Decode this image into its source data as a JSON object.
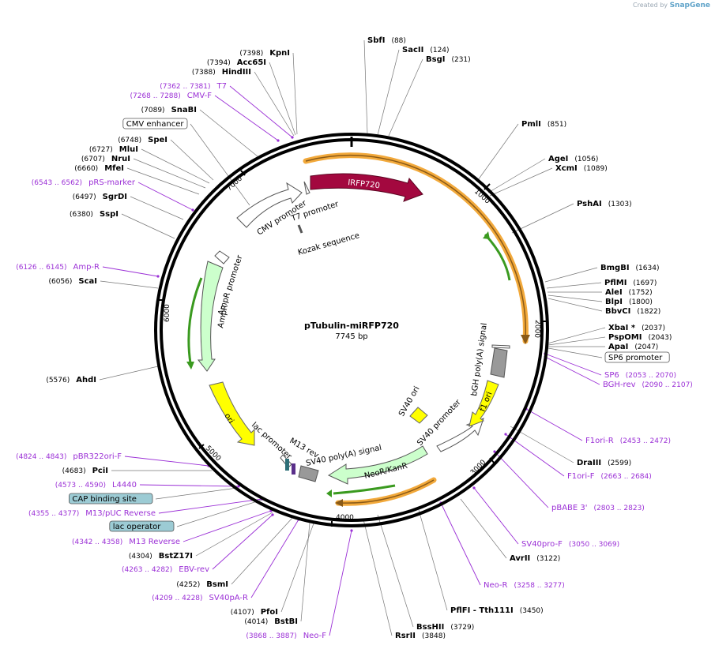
{
  "credit": {
    "prefix": "Created by",
    "brand": "SnapGene"
  },
  "plasmid": {
    "name": "pTubulin-miRFP720",
    "size": "7745 bp"
  },
  "ticks": [
    {
      "label": "1000"
    },
    {
      "label": "2000"
    },
    {
      "label": "3000"
    },
    {
      "label": "4000"
    },
    {
      "label": "5000"
    },
    {
      "label": "6000"
    },
    {
      "label": "7000"
    }
  ],
  "features": [
    {
      "name": "IRFP720",
      "color": "#a3083f"
    },
    {
      "name": "CMV promoter",
      "color": "#ffffff"
    },
    {
      "name": "T7 promoter",
      "color": "#ffffff"
    },
    {
      "name": "Kozak sequence",
      "color": "#ffffff"
    },
    {
      "name": "AmpR promoter",
      "color": "#ffffff"
    },
    {
      "name": "AmpR",
      "color": "#ccffcc"
    },
    {
      "name": "ori",
      "color": "#ffff00"
    },
    {
      "name": "lac promoter",
      "color": "#ffffff"
    },
    {
      "name": "M13 rev",
      "color": "#ffffff"
    },
    {
      "name": "SV40 poly(A) signal",
      "color": "#999999"
    },
    {
      "name": "NeoR/KanR",
      "color": "#ccffcc"
    },
    {
      "name": "SV40 promoter",
      "color": "#ffffff"
    },
    {
      "name": "SV40 ori",
      "color": "#ffff00"
    },
    {
      "name": "f1 ori",
      "color": "#ffff00"
    },
    {
      "name": "bGH poly(A) signal",
      "color": "#999999"
    }
  ],
  "labels": [
    {
      "kind": "enzyme",
      "name": "SbfI",
      "pos": "(88)"
    },
    {
      "kind": "enzyme",
      "name": "SacII",
      "pos": "(124)"
    },
    {
      "kind": "enzyme",
      "name": "BsgI",
      "pos": "(231)"
    },
    {
      "kind": "enzyme",
      "name": "PmlI",
      "pos": "(851)"
    },
    {
      "kind": "enzyme",
      "name": "AgeI",
      "pos": "(1056)"
    },
    {
      "kind": "enzyme",
      "name": "XcmI",
      "pos": "(1089)"
    },
    {
      "kind": "enzyme",
      "name": "PshAI",
      "pos": "(1303)"
    },
    {
      "kind": "enzyme",
      "name": "BmgBI",
      "pos": "(1634)"
    },
    {
      "kind": "enzyme",
      "name": "PflMI",
      "pos": "(1697)"
    },
    {
      "kind": "enzyme",
      "name": "AleI",
      "pos": "(1752)"
    },
    {
      "kind": "enzyme",
      "name": "BlpI",
      "pos": "(1800)"
    },
    {
      "kind": "enzyme",
      "name": "BbvCI",
      "pos": "(1822)"
    },
    {
      "kind": "enzyme",
      "name": "XbaI *",
      "pos": "(2037)"
    },
    {
      "kind": "enzyme",
      "name": "PspOMI",
      "pos": "(2043)"
    },
    {
      "kind": "enzyme",
      "name": "ApaI",
      "pos": "(2047)"
    },
    {
      "kind": "box",
      "name": "SP6 promoter",
      "fill": "#ffffff"
    },
    {
      "kind": "primer",
      "name": "SP6",
      "pos": "(2053 .. 2070)"
    },
    {
      "kind": "primer",
      "name": "BGH-rev",
      "pos": "(2090 .. 2107)"
    },
    {
      "kind": "primer",
      "name": "F1ori-R",
      "pos": "(2453 .. 2472)"
    },
    {
      "kind": "enzyme",
      "name": "DraIII",
      "pos": "(2599)"
    },
    {
      "kind": "primer",
      "name": "F1ori-F",
      "pos": "(2663 .. 2684)"
    },
    {
      "kind": "primer",
      "name": "pBABE 3'",
      "pos": "(2803 .. 2823)"
    },
    {
      "kind": "primer",
      "name": "SV40pro-F",
      "pos": "(3050 .. 3069)"
    },
    {
      "kind": "enzyme",
      "name": "AvrII",
      "pos": "(3122)"
    },
    {
      "kind": "primer",
      "name": "Neo-R",
      "pos": "(3258 .. 3277)"
    },
    {
      "kind": "enzyme",
      "name": "PflFI - Tth111I",
      "pos": "(3450)"
    },
    {
      "kind": "enzyme",
      "name": "BssHII",
      "pos": "(3729)"
    },
    {
      "kind": "enzyme",
      "name": "RsrII",
      "pos": "(3848)"
    },
    {
      "kind": "primer",
      "name": "Neo-F",
      "pos": "(3868 .. 3887)"
    },
    {
      "kind": "enzyme",
      "name": "BstBI",
      "pos": "(4014)"
    },
    {
      "kind": "enzyme",
      "name": "PfoI",
      "pos": "(4107)"
    },
    {
      "kind": "primer",
      "name": "SV40pA-R",
      "pos": "(4209 .. 4228)"
    },
    {
      "kind": "enzyme",
      "name": "BsmI",
      "pos": "(4252)"
    },
    {
      "kind": "primer",
      "name": "EBV-rev",
      "pos": "(4263 .. 4282)"
    },
    {
      "kind": "enzyme",
      "name": "BstZ17I",
      "pos": "(4304)"
    },
    {
      "kind": "primer",
      "name": "M13 Reverse",
      "pos": "(4342 .. 4358)"
    },
    {
      "kind": "box",
      "name": "lac operator",
      "fill": "#9ccbd4"
    },
    {
      "kind": "primer",
      "name": "M13/pUC Reverse",
      "pos": "(4355 .. 4377)"
    },
    {
      "kind": "box",
      "name": "CAP binding site",
      "fill": "#9ccbd4"
    },
    {
      "kind": "primer",
      "name": "L4440",
      "pos": "(4573 .. 4590)"
    },
    {
      "kind": "enzyme",
      "name": "PciI",
      "pos": "(4683)"
    },
    {
      "kind": "primer",
      "name": "pBR322ori-F",
      "pos": "(4824 .. 4843)"
    },
    {
      "kind": "enzyme",
      "name": "AhdI",
      "pos": "(5576)"
    },
    {
      "kind": "enzyme",
      "name": "ScaI",
      "pos": "(6056)"
    },
    {
      "kind": "primer",
      "name": "Amp-R",
      "pos": "(6126 .. 6145)"
    },
    {
      "kind": "enzyme",
      "name": "SspI",
      "pos": "(6380)"
    },
    {
      "kind": "enzyme",
      "name": "SgrDI",
      "pos": "(6497)"
    },
    {
      "kind": "primer",
      "name": "pRS-marker",
      "pos": "(6543 .. 6562)"
    },
    {
      "kind": "enzyme",
      "name": "MfeI",
      "pos": "(6660)"
    },
    {
      "kind": "enzyme",
      "name": "NruI",
      "pos": "(6707)"
    },
    {
      "kind": "enzyme",
      "name": "MluI",
      "pos": "(6727)"
    },
    {
      "kind": "enzyme",
      "name": "SpeI",
      "pos": "(6748)"
    },
    {
      "kind": "box",
      "name": "CMV enhancer",
      "fill": "#ffffff"
    },
    {
      "kind": "enzyme",
      "name": "SnaBI",
      "pos": "(7089)"
    },
    {
      "kind": "primer",
      "name": "CMV-F",
      "pos": "(7268 .. 7288)"
    },
    {
      "kind": "primer",
      "name": "T7",
      "pos": "(7362 .. 7381)"
    },
    {
      "kind": "enzyme",
      "name": "HindIII",
      "pos": "(7388)"
    },
    {
      "kind": "enzyme",
      "name": "Acc65I",
      "pos": "(7394)"
    },
    {
      "kind": "enzyme",
      "name": "KpnI",
      "pos": "(7398)"
    }
  ]
}
